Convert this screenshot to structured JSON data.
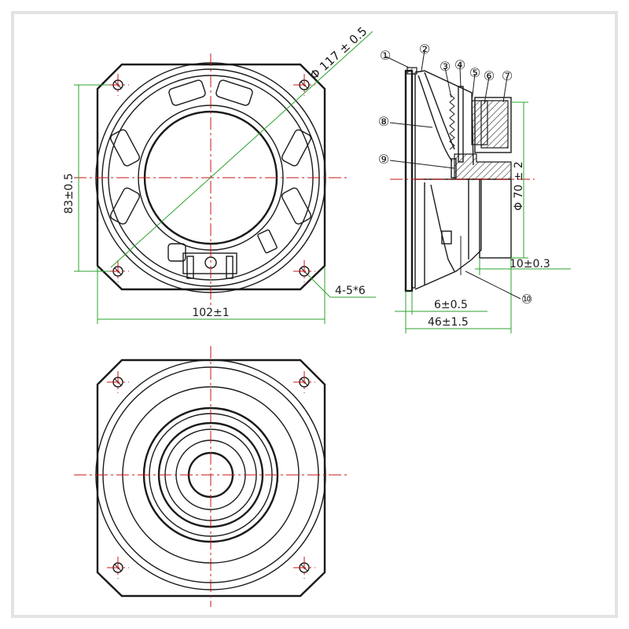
{
  "dimensions": {
    "diameter": "Φ 117 ± 0.5",
    "height": "83±0.5",
    "width": "102±1",
    "holes": "4-5*6",
    "magnet_diameter": "Φ 70 ± 2",
    "magnet_thickness": "10±0.3",
    "flange": "6±0.5",
    "depth": "46±1.5"
  },
  "part_numbers": [
    "①",
    "②",
    "③",
    "④",
    "⑤",
    "⑥",
    "⑦",
    "⑧",
    "⑨",
    "⑩"
  ],
  "colors": {
    "outline": "#1a1a1a",
    "center_line": "#c81414",
    "dimension_line": "#2ca32c",
    "frame_border": "#e3e3e3"
  }
}
